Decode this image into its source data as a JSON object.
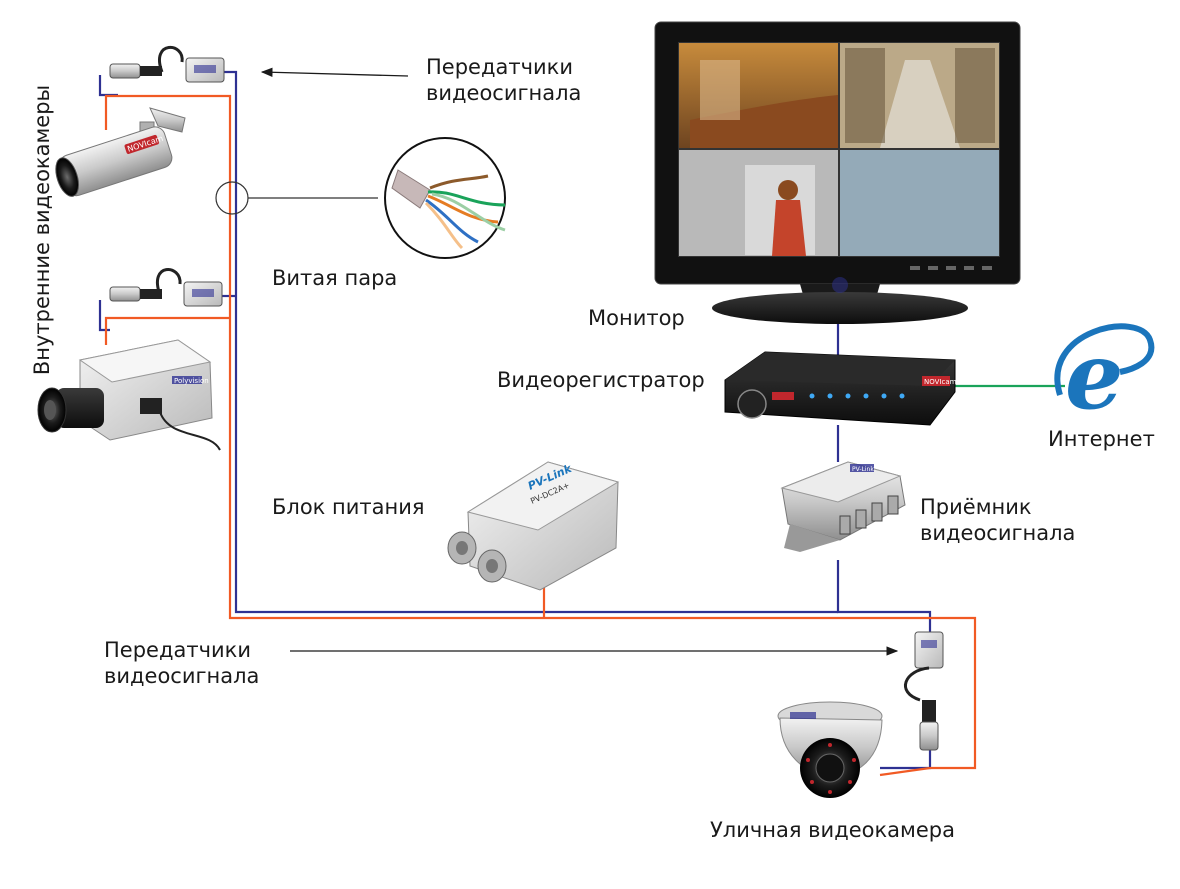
{
  "labels": {
    "transmitters_top_1": "Передатчики",
    "transmitters_top_2": "видеосигнала",
    "twisted_pair": "Витая пара",
    "monitor": "Монитор",
    "dvr": "Видеорегистратор",
    "internet": "Интернет",
    "power_supply": "Блок питания",
    "receiver_1": "Приёмник",
    "receiver_2": "видеосигнала",
    "transmitters_bottom_1": "Передатчики",
    "transmitters_bottom_2": "видеосигнала",
    "indoor_cameras": "Внутренние видеокамеры",
    "street_camera": "Уличная видеокамера"
  },
  "device_text": {
    "camera_brand": "NOVIcam",
    "box_camera_brand": "Polyvision",
    "psu_brand": "PV-Link",
    "psu_model": "PV-DC2A+",
    "dvr_brand": "NOVIcam",
    "receiver_brand": "PV-Link"
  },
  "colors": {
    "video_line": "#2e3192",
    "power_line": "#f15a24",
    "network_line": "#1aa35a",
    "ie_blue": "#1b75bc"
  }
}
